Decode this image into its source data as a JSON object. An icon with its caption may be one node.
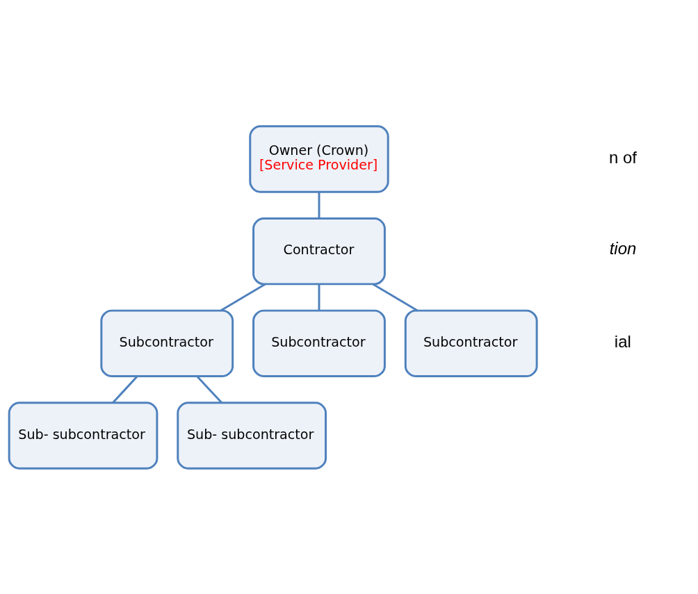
{
  "diagram": {
    "nodes": [
      {
        "text": [
          "Owner (Crown)",
          "[Service Provider]"
        ]
      },
      {
        "text": [
          "Contractor"
        ]
      },
      {
        "text": [
          "Subcontractor"
        ]
      },
      {
        "text": [
          "Subcontractor"
        ]
      },
      {
        "text": [
          "Subcontractor"
        ]
      },
      {
        "text": [
          "Sub- subcontractor"
        ]
      },
      {
        "text": [
          "Sub- subcontractor"
        ]
      }
    ],
    "edges": [
      {
        "from": 0,
        "to": 1,
        "arrow": "none"
      },
      {
        "from": 1,
        "to": 2,
        "arrow": "none"
      },
      {
        "from": 1,
        "to": 3,
        "arrow": "none"
      },
      {
        "from": 1,
        "to": 4,
        "arrow": "none"
      },
      {
        "from": 2,
        "to": 5,
        "arrow": "none"
      },
      {
        "from": 2,
        "to": 6,
        "arrow": "none"
      }
    ],
    "labels": [
      "n of",
      "tion",
      "ial"
    ]
  }
}
